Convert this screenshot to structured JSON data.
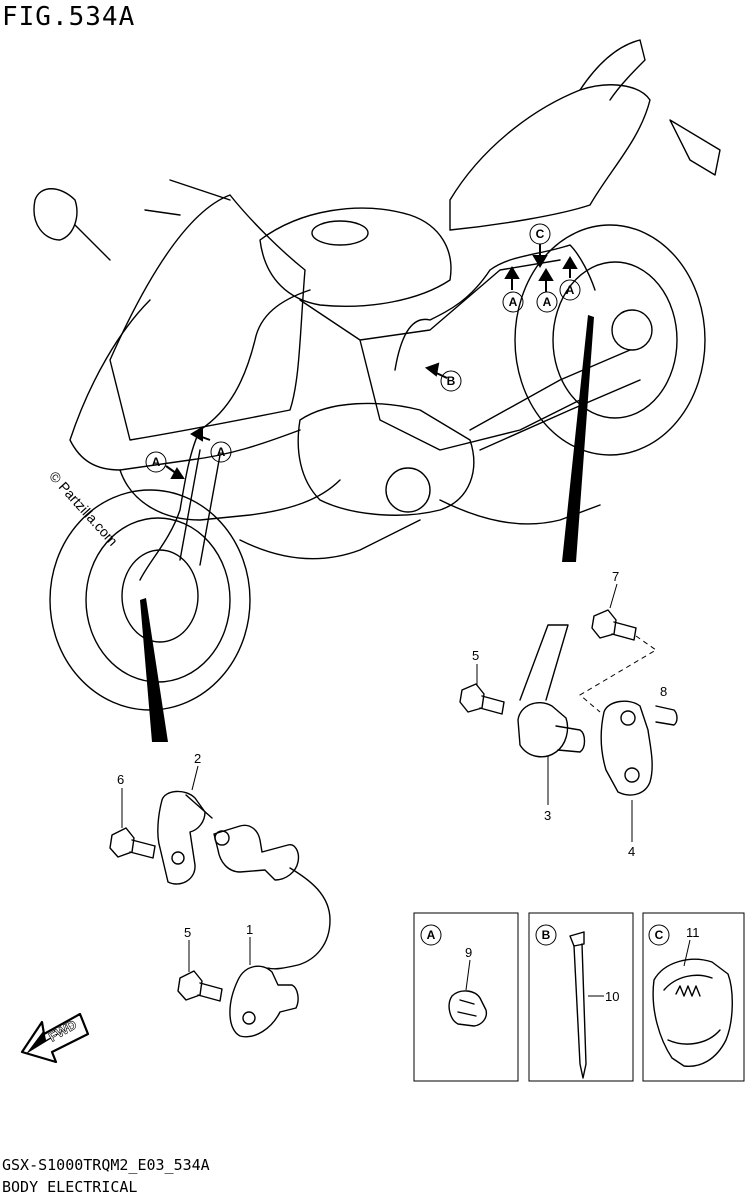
{
  "figure": {
    "title": "FIG.534A",
    "model_code": "GSX-S1000TRQM2_E03_534A",
    "category": "BODY ELECTRICAL",
    "watermark": "© Partzilla.com"
  },
  "fwd_label": "FWD",
  "part_labels": [
    "1",
    "2",
    "3",
    "4",
    "5",
    "5",
    "6",
    "7",
    "8",
    "9",
    "10",
    "11"
  ],
  "callouts": [
    "A",
    "A",
    "A",
    "A",
    "A",
    "B",
    "C"
  ],
  "detail_boxes": [
    {
      "letter": "A",
      "part": "9"
    },
    {
      "letter": "B",
      "part": "10"
    },
    {
      "letter": "C",
      "part": "11"
    }
  ]
}
